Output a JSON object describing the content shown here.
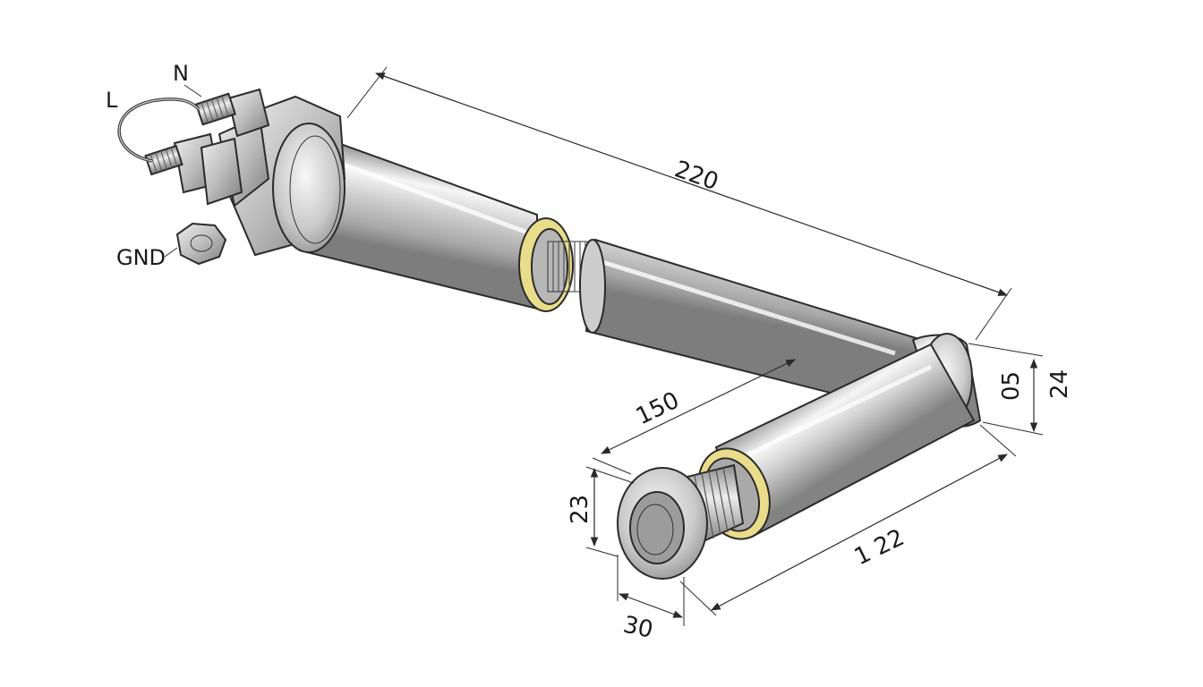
{
  "terminals": {
    "line": "L",
    "neutral": "N",
    "ground": "GND"
  },
  "dimensions": {
    "main_length": "220",
    "inner_length": "150",
    "bend_length": "1 22",
    "tube_diameter_a": "05",
    "tube_diameter_b": "24",
    "fitting_diameter": "23",
    "fitting_width": "30"
  },
  "colors": {
    "steel_light": "#f4f4f4",
    "steel_mid": "#c8c8c8",
    "steel_dark": "#8e8e8e",
    "insulation": "#e9dc8a",
    "outline": "#2b2b2b"
  }
}
